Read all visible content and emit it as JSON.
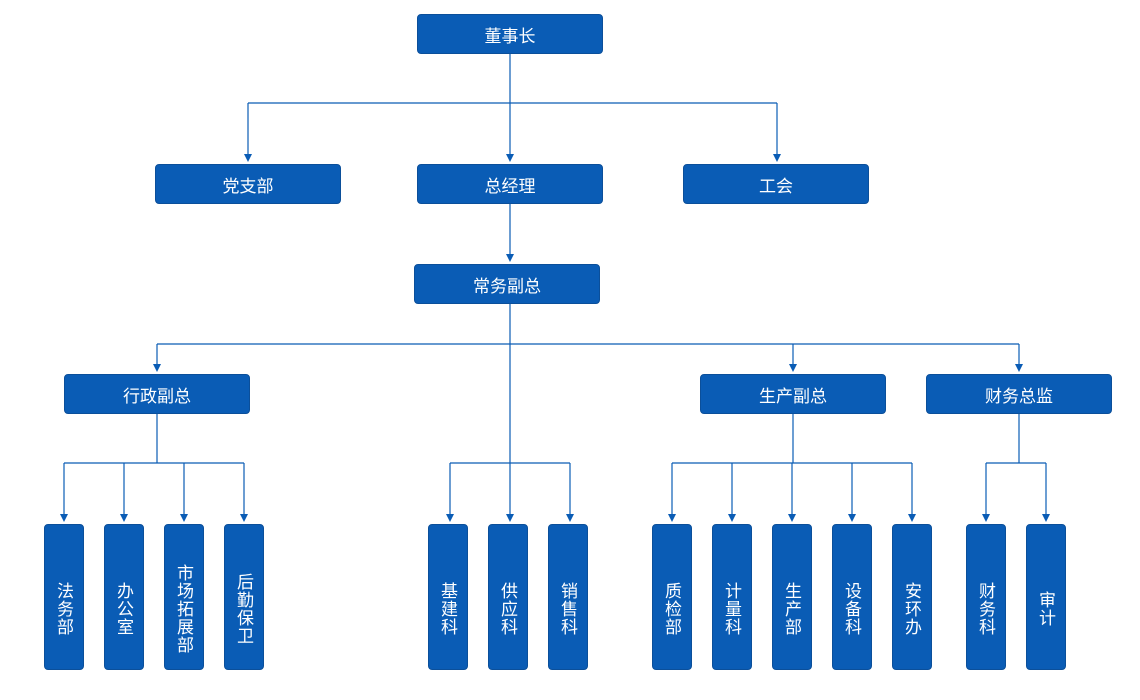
{
  "colors": {
    "box": "#0a5cb5",
    "line": "#0a5cb5",
    "text": "#ffffff"
  },
  "chairman": "董事长",
  "level2": {
    "party": "党支部",
    "gm": "总经理",
    "union": "工会"
  },
  "evp": "常务副总",
  "vps": {
    "admin": "行政副总",
    "production": "生产副总",
    "finance": "财务总监"
  },
  "depts": {
    "legal": "法务部",
    "office": "办公室",
    "market": "市场拓展部",
    "logistics": "后勤保卫",
    "construction": "基建科",
    "supply": "供应科",
    "sales": "销售科",
    "qc": "质检部",
    "metering": "计量科",
    "production": "生产部",
    "equipment": "设备科",
    "safety": "安环办",
    "finance": "财务科",
    "audit": "审计"
  }
}
